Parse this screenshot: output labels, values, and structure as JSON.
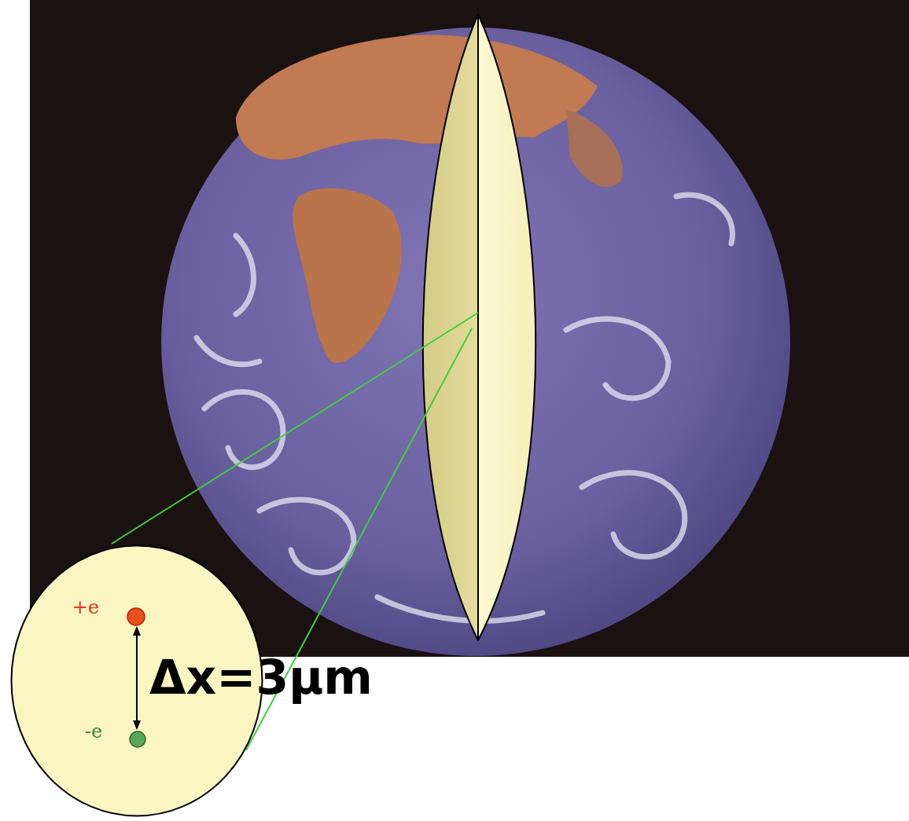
{
  "diagram": {
    "nodes": [
      {
        "text": [
          "+e",
          "-e"
        ]
      }
    ],
    "labels": [
      "Δx=3μm"
    ]
  }
}
